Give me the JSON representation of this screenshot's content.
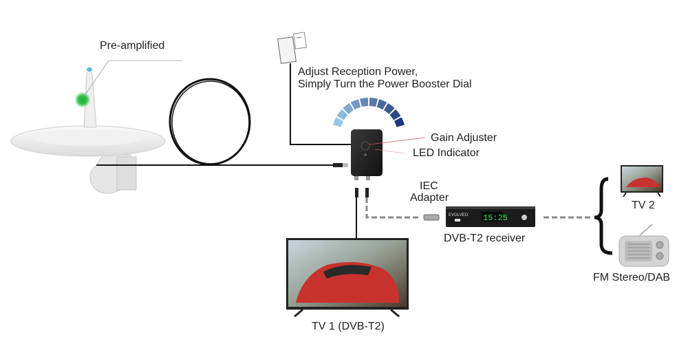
{
  "labels": {
    "pre_amplified": "Pre-amplified",
    "adjust_line1": "Adjust Reception Power,",
    "adjust_line2": "Simply Turn the Power Booster Dial",
    "gain_adjuster": "Gain Adjuster",
    "led_indicator": "LED Indicator",
    "iec_line1": "IEC",
    "iec_line2": "Adapter",
    "receiver": "DVB-T2 receiver",
    "tv1": "TV 1 (DVB-T2)",
    "tv2": "TV 2",
    "radio": "FM Stereo/DAB"
  },
  "receiver_display": {
    "brand": "EVOLVEO",
    "clock": "15:25"
  },
  "colors": {
    "led_green": "#2bb34a",
    "dial_light": "#9cc8ea",
    "dial_dark": "#1f3a78",
    "callout_red": "#e05050",
    "cable": "#111111"
  },
  "dial_segments": 10
}
